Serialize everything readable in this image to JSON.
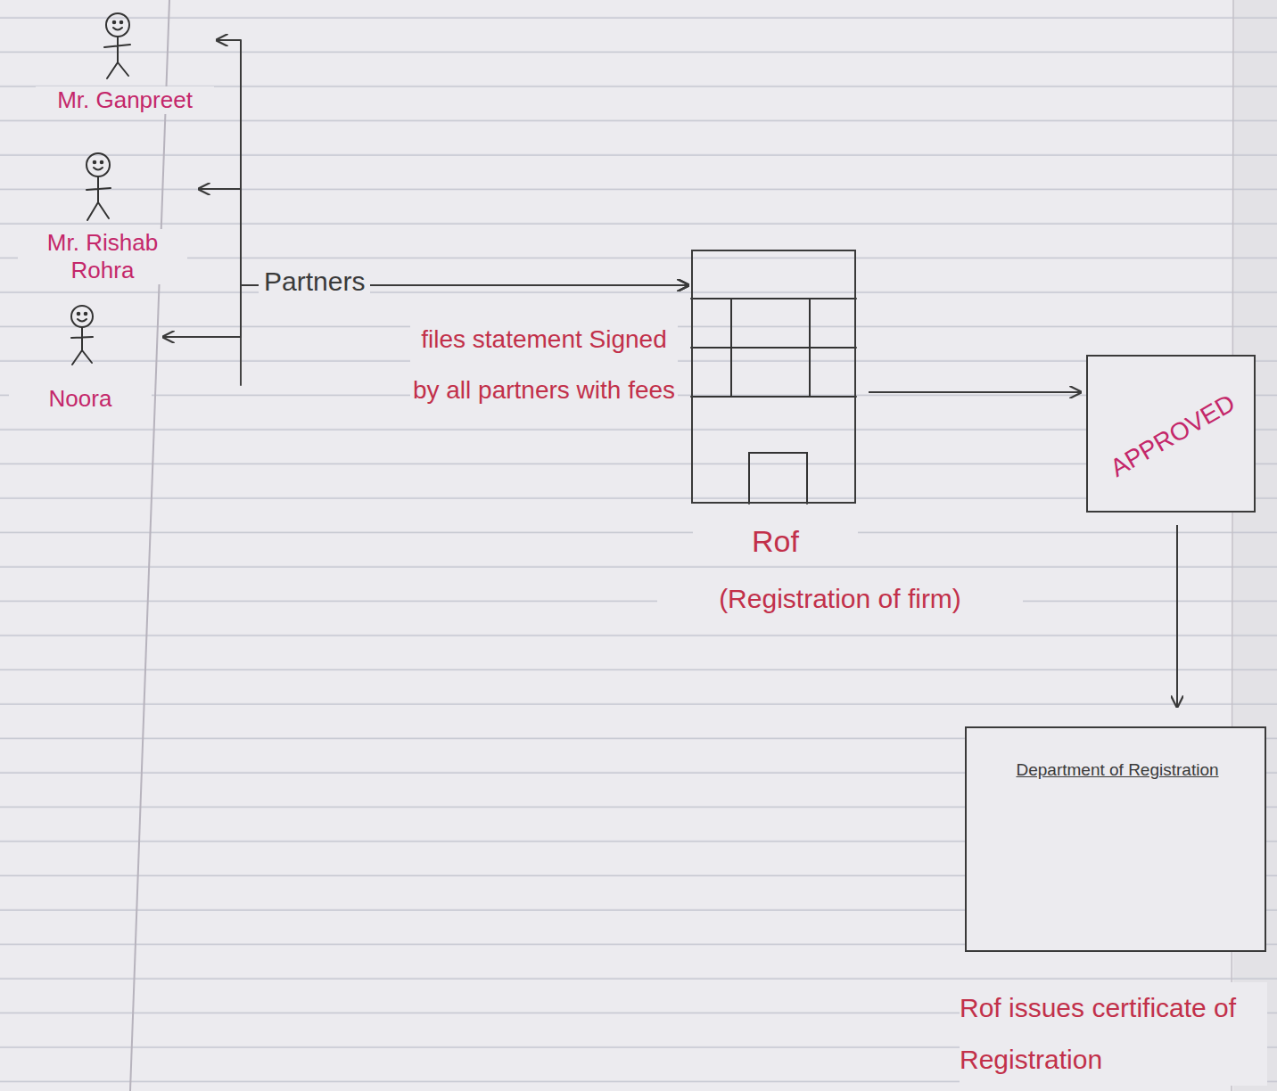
{
  "diagram": {
    "nodes": [
      {
        "text": [
          "Mr. Ganpreet"
        ]
      },
      {
        "text": [
          "Mr. Rishab Rohra"
        ]
      },
      {
        "text": [
          "Noora"
        ]
      },
      {
        "text": [
          "Rof",
          "(Registration of firm)"
        ]
      },
      {
        "text": [
          "APPROVED"
        ]
      },
      {
        "text": [
          "Department of Registration",
          "Rof issues certificate of Registration"
        ]
      }
    ],
    "edges": [
      {
        "from": 0,
        "to": 3,
        "arrow": "both"
      },
      {
        "from": 1,
        "to": 3,
        "arrow": "both"
      },
      {
        "from": 2,
        "to": 3,
        "arrow": "both"
      },
      {
        "from": 3,
        "to": 4,
        "arrow": "to"
      },
      {
        "from": 4,
        "to": 5,
        "arrow": "to"
      }
    ],
    "labels": [
      "Partners",
      "files statement Signed by all partners with fees"
    ]
  }
}
